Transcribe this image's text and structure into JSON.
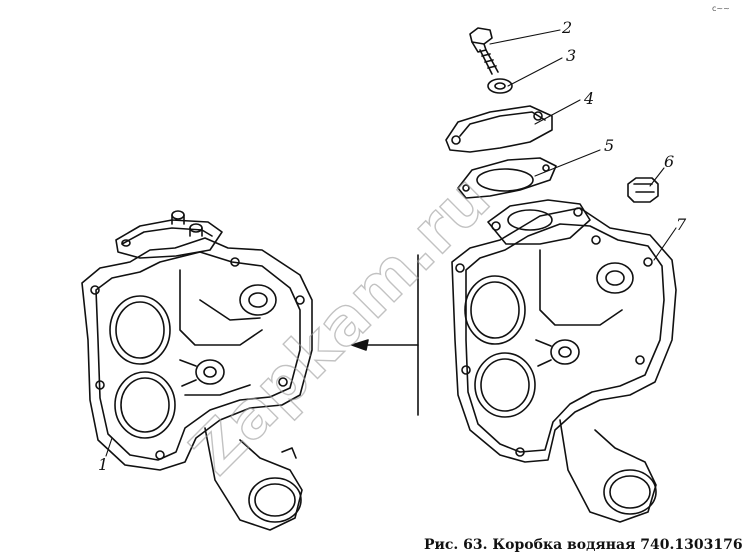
{
  "figure": {
    "caption": "Рис. 63. Коробка водяная 740.1303176",
    "corner_mark": "c~~"
  },
  "callouts": [
    {
      "id": "1",
      "label": "1"
    },
    {
      "id": "2",
      "label": "2"
    },
    {
      "id": "3",
      "label": "3"
    },
    {
      "id": "4",
      "label": "4"
    },
    {
      "id": "5",
      "label": "5"
    },
    {
      "id": "6",
      "label": "6"
    },
    {
      "id": "7",
      "label": "7"
    }
  ],
  "watermark": {
    "text": "Zapkam.ru"
  },
  "colors": {
    "line": "#111111",
    "background": "#ffffff",
    "watermark": "#9a9a9a"
  }
}
